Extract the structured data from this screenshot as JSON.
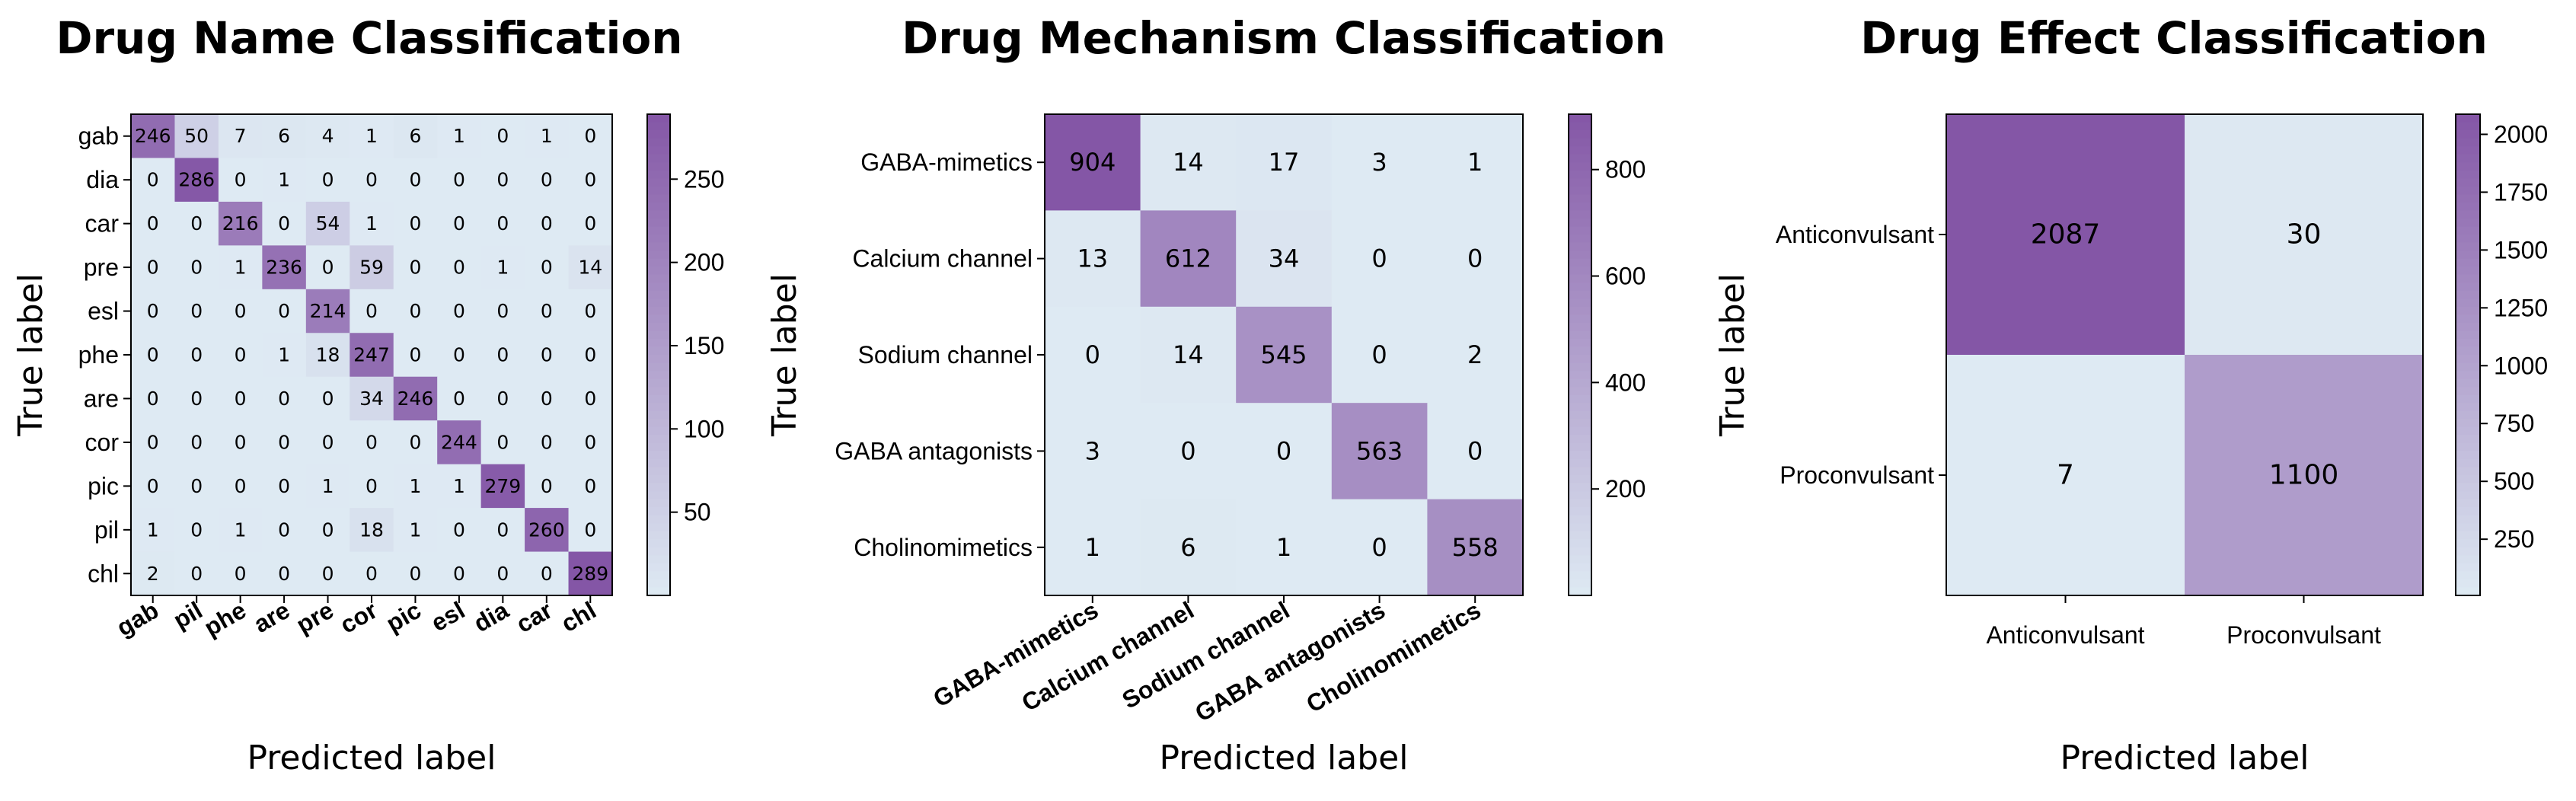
{
  "chart_data": [
    {
      "type": "heatmap",
      "title": "Drug Name Classification",
      "xlabel": "Predicted label",
      "ylabel": "True label",
      "x_categories": [
        "gab",
        "pil",
        "phe",
        "are",
        "pre",
        "cor",
        "pic",
        "esl",
        "dia",
        "car",
        "chl"
      ],
      "y_categories": [
        "gab",
        "dia",
        "car",
        "pre",
        "esl",
        "phe",
        "are",
        "cor",
        "pic",
        "pil",
        "chl"
      ],
      "matrix": [
        [
          246,
          50,
          7,
          6,
          4,
          1,
          6,
          1,
          0,
          1,
          0
        ],
        [
          0,
          286,
          0,
          1,
          0,
          0,
          0,
          0,
          0,
          0,
          0
        ],
        [
          0,
          0,
          216,
          0,
          54,
          1,
          0,
          0,
          0,
          0,
          0
        ],
        [
          0,
          0,
          1,
          236,
          0,
          59,
          0,
          0,
          1,
          0,
          14
        ],
        [
          0,
          0,
          0,
          0,
          214,
          0,
          0,
          0,
          0,
          0,
          0
        ],
        [
          0,
          0,
          0,
          1,
          18,
          247,
          0,
          0,
          0,
          0,
          0
        ],
        [
          0,
          0,
          0,
          0,
          0,
          34,
          246,
          0,
          0,
          0,
          0
        ],
        [
          0,
          0,
          0,
          0,
          0,
          0,
          0,
          244,
          0,
          0,
          0
        ],
        [
          0,
          0,
          0,
          0,
          1,
          0,
          1,
          1,
          279,
          0,
          0
        ],
        [
          1,
          0,
          1,
          0,
          0,
          18,
          1,
          0,
          0,
          260,
          0
        ],
        [
          2,
          0,
          0,
          0,
          0,
          0,
          0,
          0,
          0,
          0,
          289
        ]
      ],
      "colorbar": {
        "min": 0,
        "max": 289,
        "ticks": [
          50,
          100,
          150,
          200,
          250
        ]
      }
    },
    {
      "type": "heatmap",
      "title": "Drug Mechanism Classification",
      "xlabel": "Predicted label",
      "ylabel": "True label",
      "x_categories": [
        "GABA-mimetics",
        "Calcium channel",
        "Sodium channel",
        "GABA antagonists",
        "Cholinomimetics"
      ],
      "y_categories": [
        "GABA-mimetics",
        "Calcium channel",
        "Sodium channel",
        "GABA antagonists",
        "Cholinomimetics"
      ],
      "matrix": [
        [
          904,
          14,
          17,
          3,
          1
        ],
        [
          13,
          612,
          34,
          0,
          0
        ],
        [
          0,
          14,
          545,
          0,
          2
        ],
        [
          3,
          0,
          0,
          563,
          0
        ],
        [
          1,
          6,
          1,
          0,
          558
        ]
      ],
      "colorbar": {
        "min": 0,
        "max": 904,
        "ticks": [
          200,
          400,
          600,
          800
        ]
      }
    },
    {
      "type": "heatmap",
      "title": "Drug Effect Classification",
      "xlabel": "Predicted label",
      "ylabel": "True label",
      "x_categories": [
        "Anticonvulsant",
        "Proconvulsant"
      ],
      "y_categories": [
        "Anticonvulsant",
        "Proconvulsant"
      ],
      "matrix": [
        [
          2087,
          30
        ],
        [
          7,
          1100
        ]
      ],
      "colorbar": {
        "min": 7,
        "max": 2087,
        "ticks": [
          250,
          500,
          750,
          1000,
          1250,
          1500,
          1750,
          2000
        ]
      }
    }
  ],
  "colors": {
    "low": "#deeaf3",
    "high": "#8456a6",
    "frame": "#000000"
  }
}
